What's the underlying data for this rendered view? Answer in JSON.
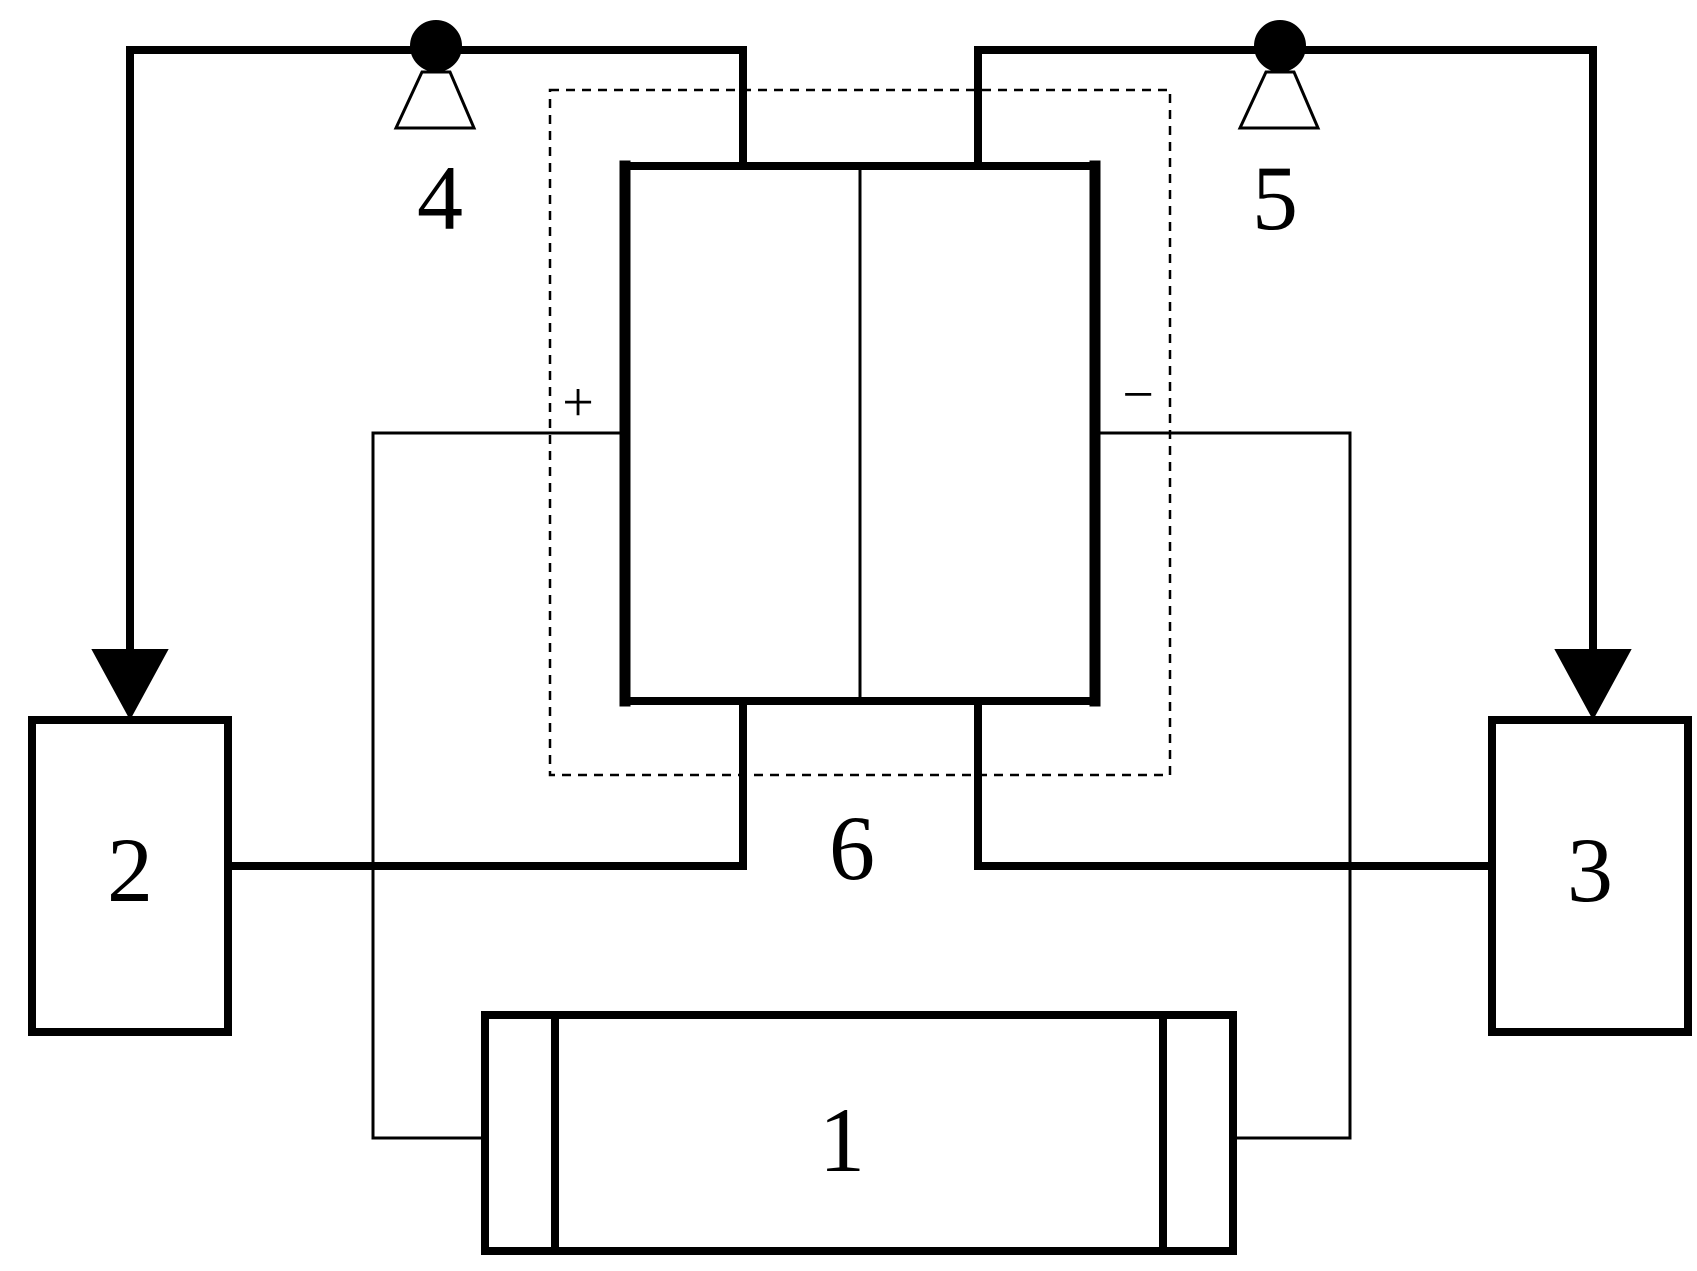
{
  "labels": {
    "box_1": "1",
    "box_2": "2",
    "box_3": "3",
    "node_4": "4",
    "node_5": "5",
    "module_6": "6",
    "positive_terminal": "+",
    "negative_terminal": "−"
  },
  "colors": {
    "line": "#000000",
    "background": "#ffffff"
  }
}
